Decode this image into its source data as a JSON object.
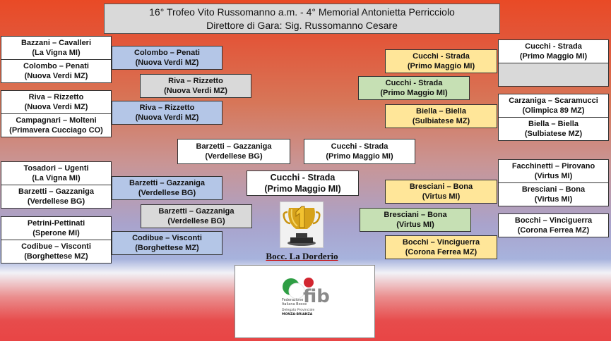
{
  "header": {
    "line1": "16° Trofeo Vito Russomanno a.m. - 4° Memorial Antonietta Perricciolo",
    "line2": "Direttore di Gara: Sig. Russomanno Cesare"
  },
  "left_round1": [
    {
      "names": "Bazzani – Cavalleri",
      "club": "(La Vigna MI)"
    },
    {
      "names": "Colombo – Penati",
      "club": "(Nuova Verdi MZ)"
    },
    {
      "names": "Riva – Rizzetto",
      "club": "(Nuova Verdi MZ)"
    },
    {
      "names": "Campagnari – Molteni",
      "club": "(Primavera Cucciago CO)"
    },
    {
      "names": "Tosadori – Ugenti",
      "club": "(La Vigna MI)"
    },
    {
      "names": "Barzetti – Gazzaniga",
      "club": "(Verdellese BG)"
    },
    {
      "names": "Petrini-Pettinati",
      "club": "(Sperone MI)"
    },
    {
      "names": "Codibue – Visconti",
      "club": "(Borghettese MZ)"
    }
  ],
  "left_round2": [
    {
      "names": "Colombo – Penati",
      "club": "(Nuova Verdi MZ)"
    },
    {
      "names": "Riva – Rizzetto",
      "club": "(Nuova Verdi MZ)"
    },
    {
      "names": "Barzetti – Gazzaniga",
      "club": "(Verdellese BG)"
    },
    {
      "names": "Codibue – Visconti",
      "club": "(Borghettese MZ)"
    }
  ],
  "left_round3": [
    {
      "names": "Riva – Rizzetto",
      "club": "(Nuova Verdi MZ)"
    },
    {
      "names": "Barzetti – Gazzaniga",
      "club": "(Verdellese BG)"
    }
  ],
  "left_semi": {
    "names": "Barzetti – Gazzaniga",
    "club": "(Verdellese BG)"
  },
  "right_round1": [
    {
      "names": "Cucchi - Strada",
      "club": "(Primo Maggio MI)"
    },
    {
      "names": "",
      "club": ""
    },
    {
      "names": "Carzaniga – Scaramucci",
      "club": "(Olimpica 89 MZ)"
    },
    {
      "names": "Biella – Biella",
      "club": "(Sulbiatese MZ)"
    },
    {
      "names": "Facchinetti – Pirovano",
      "club": "(Virtus MI)"
    },
    {
      "names": "Bresciani – Bona",
      "club": "(Virtus MI)"
    },
    {
      "names": "Bocchi – Vinciguerra",
      "club": "(Corona Ferrea MZ)"
    }
  ],
  "right_round2": [
    {
      "names": "Cucchi - Strada",
      "club": "(Primo Maggio MI)"
    },
    {
      "names": "Biella – Biella",
      "club": "(Sulbiatese MZ)"
    },
    {
      "names": "Bresciani – Bona",
      "club": "(Virtus MI)"
    },
    {
      "names": "Bocchi – Vinciguerra",
      "club": "(Corona Ferrea MZ)"
    }
  ],
  "right_round3": [
    {
      "names": "Cucchi - Strada",
      "club": "(Primo Maggio MI)"
    },
    {
      "names": "Bresciani – Bona",
      "club": "(Virtus MI)"
    }
  ],
  "right_semi": {
    "names": "Cucchi - Strada",
    "club": "(Primo Maggio MI)"
  },
  "winner": {
    "names": "Cucchi - Strada",
    "club": "(Primo Maggio MI)"
  },
  "host_club": "Bocc. La Dorderio",
  "logo": {
    "brand": "fib",
    "org_line1": "Federazione",
    "org_line2": "Italiana Bocce",
    "delegation": "Delegato Provinciale",
    "province": "MONZA-BRIANZA"
  },
  "colors": {
    "round2": "#b4c6e7",
    "round3_left": "#d9d9d9",
    "round2_right": "#ffe699",
    "round3_right": "#c6e0b4",
    "logo_green": "#2e9e44",
    "logo_red": "#d22630"
  },
  "icons": {
    "trophy": "trophy-number-one-icon"
  }
}
